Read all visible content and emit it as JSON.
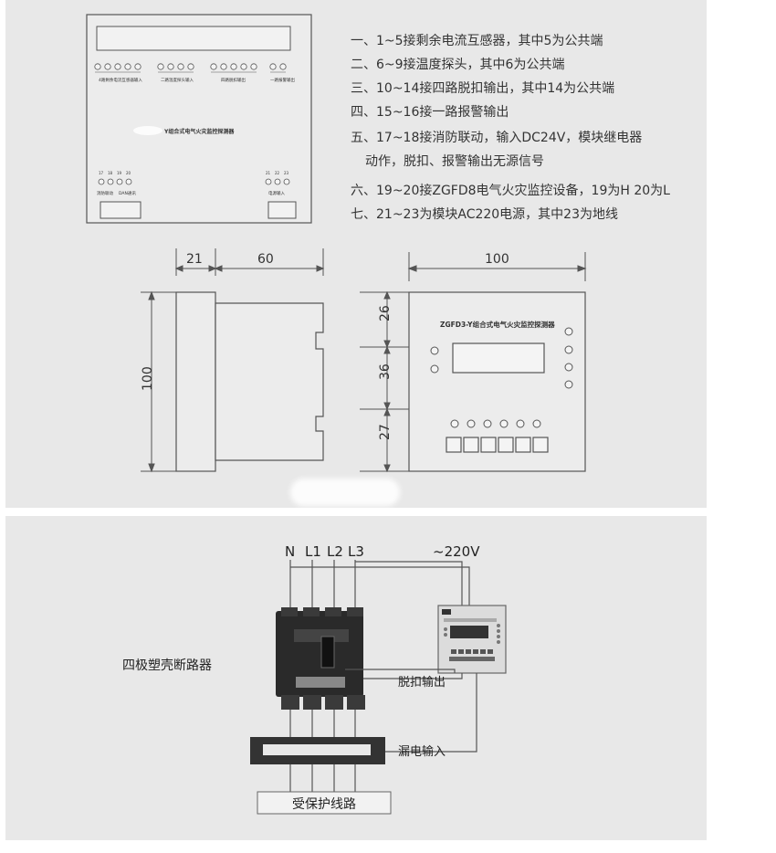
{
  "notes": [
    "一、1~5接剩余电流互感器，其中5为公共端",
    "二、6~9接温度探头，其中6为公共端",
    "三、10~14接四路脱扣输出，其中14为公共端",
    "四、15~16接一路报警输出",
    "五、17~18接消防联动，输入DC24V，模块继电器",
    "动作，脱扣、报警输出无源信号",
    "六、19~20接ZGFD8电气火灾监控设备，19为H 20为L",
    "七、21~23为模块AC220电源，其中23为地线"
  ],
  "back_view": {
    "terminal_groups": [
      "4路剩余电流互感器输入",
      "二路温度探头输入",
      "四路脱扣输出",
      "一路报警输出"
    ],
    "title": "Y组合式电气火灾监控探测器",
    "left_bottom_numbers": [
      "17",
      "18",
      "19",
      "20"
    ],
    "left_bottom_labels": [
      "消防联动",
      "DAN通讯"
    ],
    "right_bottom_numbers": [
      "21",
      "22",
      "23"
    ],
    "right_bottom_label": "电源输入"
  },
  "side_view": {
    "dim_depth1": "21",
    "dim_depth2": "60",
    "dim_height": "100"
  },
  "front_view": {
    "title": "ZGFD3-Y组合式电气火灾监控探测器",
    "dim_width": "100",
    "dim_top": "26",
    "dim_mid": "36",
    "dim_bottom": "27"
  },
  "wiring": {
    "phases": [
      "N",
      "L1",
      "L2",
      "L3"
    ],
    "supply": "~220V",
    "breaker_label": "四极塑壳断路器",
    "trip_label": "脱扣输出",
    "leak_label": "漏电输入",
    "protected_label": "受保护线路"
  },
  "colors": {
    "panel": "#e8e8e8",
    "line": "#555555",
    "dark": "#2a2a2a"
  }
}
